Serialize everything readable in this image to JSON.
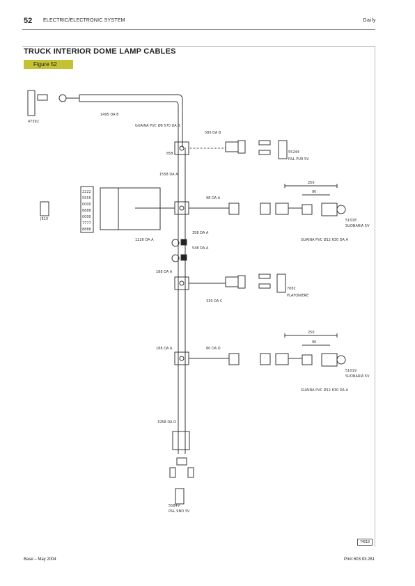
{
  "header": {
    "page_number": "52",
    "section": "ELECTRIC/ELECTRONIC SYSTEM",
    "brand": "Daily"
  },
  "title": "TRUCK INTERIOR DOME LAMP CABLES",
  "figure_label": "Figure 52",
  "figure_code": "74019",
  "footer": {
    "left": "Base – May 2004",
    "right": "Print 603.93.281"
  },
  "diagram": {
    "dims": {
      "harness_b": "1495 DA B",
      "sheath": "GUAINA PVC Ø8\n570 DA B",
      "d858": "858",
      "d1558": "1558 DA A",
      "d1226": "1226 DA A",
      "d580": "580 DA B",
      "d98": "98 DA A",
      "d358": "358 DA A",
      "d548": "548 DA A",
      "d188a": "188 DA A",
      "d188b": "188 DA A",
      "d330": "330 DA C",
      "d80": "80 DA D",
      "d1958": "1958 DA D",
      "d250a": "250",
      "d90a": "90",
      "d250b": "250",
      "d90b": "90"
    },
    "labels": {
      "conn_top_left": "47592",
      "conn_left": "JE10",
      "conn_top": "P&L PUR 5V",
      "conn_top_code": "55244",
      "conn_mid": "PLAFONIERE",
      "conn_mid_code": "7082",
      "conn_bottom": "P&L 9ND 3V",
      "conn_bottom_code": "55849",
      "conn_r1": "SUONARIA 5V",
      "conn_r1_code": "51018",
      "conn_r2": "SUONARIA 5V",
      "conn_r2_code": "51019",
      "grom1": "GUAINA PVC Ø12\n630 DA A",
      "grom2": "GUAINA PVC Ø12\n630 DA A"
    },
    "wire_codes": [
      "2222",
      "5555",
      "0000",
      "8888",
      "0000",
      "7777",
      "8888"
    ]
  }
}
